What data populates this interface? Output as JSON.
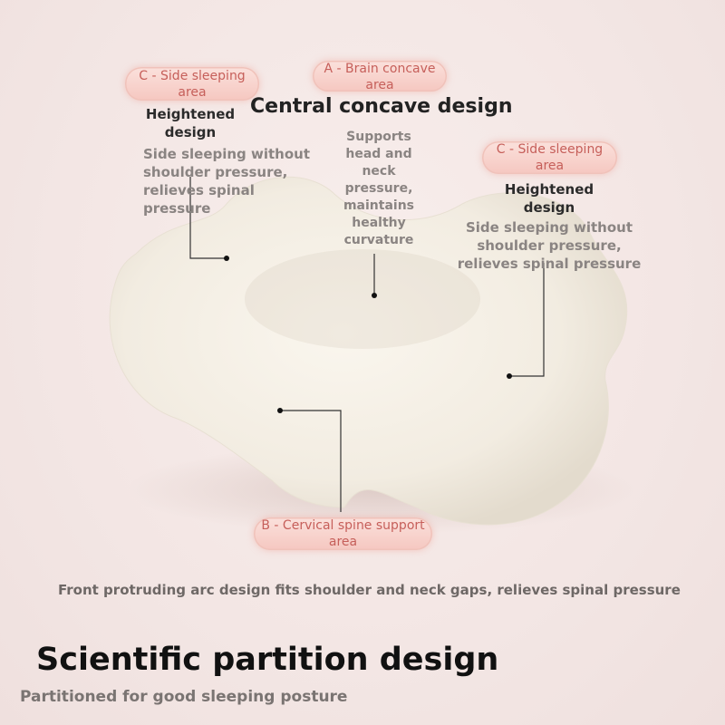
{
  "labels": {
    "left": {
      "badge": "C - Side sleeping area",
      "title": "Heightened design",
      "desc": "Side sleeping without shoulder pressure, relieves spinal pressure"
    },
    "center": {
      "badge": "A - Brain concave area",
      "title": "Central concave design",
      "desc": "Supports head and neck pressure, maintains healthy curvature"
    },
    "right": {
      "badge": "C - Side sleeping area",
      "title": "Heightened design",
      "desc": "Side sleeping without shoulder pressure, relieves spinal pressure"
    },
    "bottom": {
      "badge": "B - Cervical spine support area",
      "desc": "Front protruding arc design fits shoulder and neck gaps, relieves spinal pressure"
    }
  },
  "footer": {
    "title": "Scientific partition design",
    "subtitle": "Partitioned for good sleeping posture"
  },
  "colors": {
    "background": "#f4e8e6",
    "pillow": "#f6f1e8",
    "badge_text": "#c65f5a",
    "badge_fill": "#f5c7c0"
  }
}
